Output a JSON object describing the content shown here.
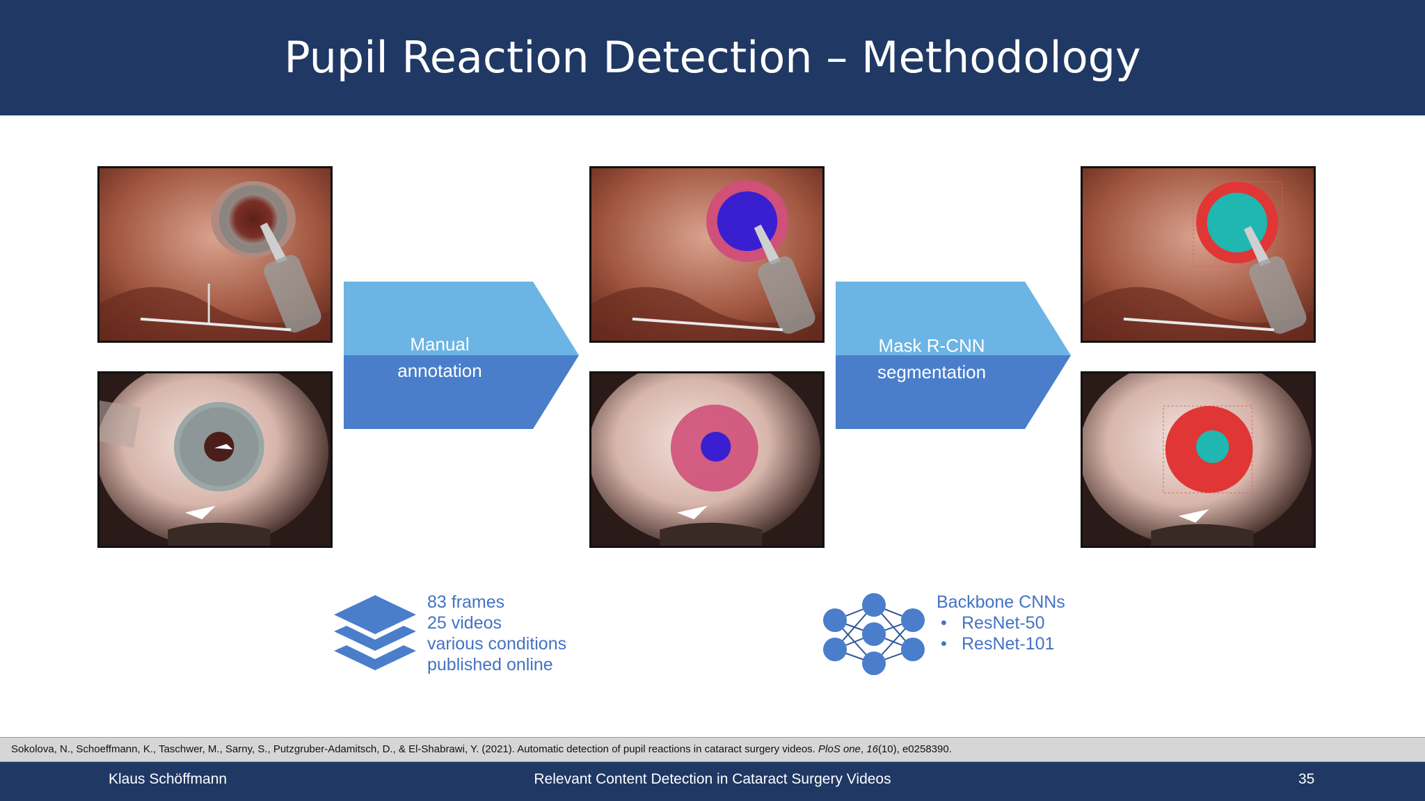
{
  "slide": {
    "title": "Pupil Reaction Detection – Methodology"
  },
  "pipeline": {
    "step1_label_line1": "Manual",
    "step1_label_line2": "annotation",
    "step2_label_line1": "Mask R-CNN",
    "step2_label_line2": "segmentation"
  },
  "dataset": {
    "icon": "stack-layers-icon",
    "lines": [
      "83 frames",
      "25 videos",
      "various conditions",
      "published online"
    ]
  },
  "backbone": {
    "icon": "neural-network-icon",
    "heading": "Backbone CNNs",
    "items": [
      "ResNet-50",
      "ResNet-101"
    ]
  },
  "citation": {
    "authors": "Sokolova, N., Schoeffmann, K., Taschwer, M., Sarny, S., Putzgruber-Adamitsch, D., & El-Shabrawi, Y. (2021). Automatic detection of pupil reactions in cataract surgery videos. ",
    "journal": "PloS one",
    "sep": ", ",
    "volume": "16",
    "rest": "(10), e0258390."
  },
  "footer": {
    "author": "Klaus Schöffmann",
    "talk_title": "Relevant Content Detection in Cataract Surgery Videos",
    "page_number": "35"
  },
  "colors": {
    "header_bg": "#1f3864",
    "arrow_light": "#6cb4e4",
    "arrow_dark": "#4a7ecb",
    "text_blue": "#4472c4",
    "mask_manual_outer": "#d0507a",
    "mask_manual_inner": "#3a1fd0",
    "mask_rcnn_outer": "#e03636",
    "mask_rcnn_inner": "#1fb7b0"
  }
}
